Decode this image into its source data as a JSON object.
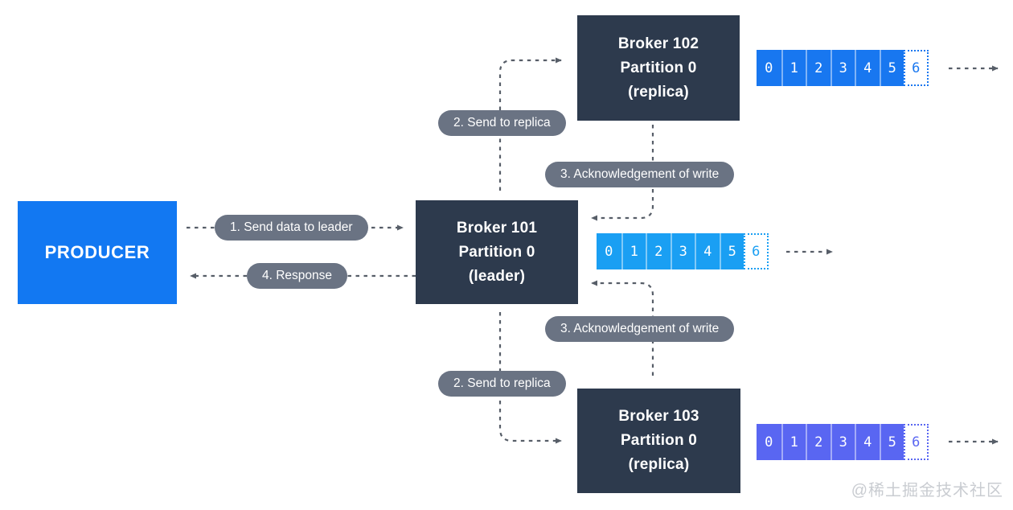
{
  "producer": {
    "label": "PRODUCER"
  },
  "brokers": [
    {
      "id": "broker-102",
      "lines": [
        "Broker 102",
        "Partition 0",
        "(replica)"
      ]
    },
    {
      "id": "broker-101",
      "lines": [
        "Broker 101",
        "Partition 0",
        "(leader)"
      ]
    },
    {
      "id": "broker-103",
      "lines": [
        "Broker 103",
        "Partition 0",
        "(replica)"
      ]
    }
  ],
  "partitions": [
    {
      "broker": "Broker 102",
      "cells": [
        "0",
        "1",
        "2",
        "3",
        "4",
        "5"
      ],
      "next_offset": "6"
    },
    {
      "broker": "Broker 101",
      "cells": [
        "0",
        "1",
        "2",
        "3",
        "4",
        "5"
      ],
      "next_offset": "6"
    },
    {
      "broker": "Broker 103",
      "cells": [
        "0",
        "1",
        "2",
        "3",
        "4",
        "5"
      ],
      "next_offset": "6"
    }
  ],
  "steps": {
    "send_data": "1. Send data to leader",
    "send_replica": "2. Send to replica",
    "ack": "3. Acknowledgement of write",
    "response": "4. Response"
  },
  "watermark": "@稀土掘金技术社区",
  "colors": {
    "producer_blue": "#1278f2",
    "broker_dark": "#2d3a4d",
    "partition_blue_top": "#1877f0",
    "partition_blue_middle": "#1a9ff3",
    "partition_indigo_bottom": "#5966f2",
    "pill_gray": "#6a7383",
    "dash_gray": "#575e68",
    "watermark_gray": "#c9ccd1"
  }
}
